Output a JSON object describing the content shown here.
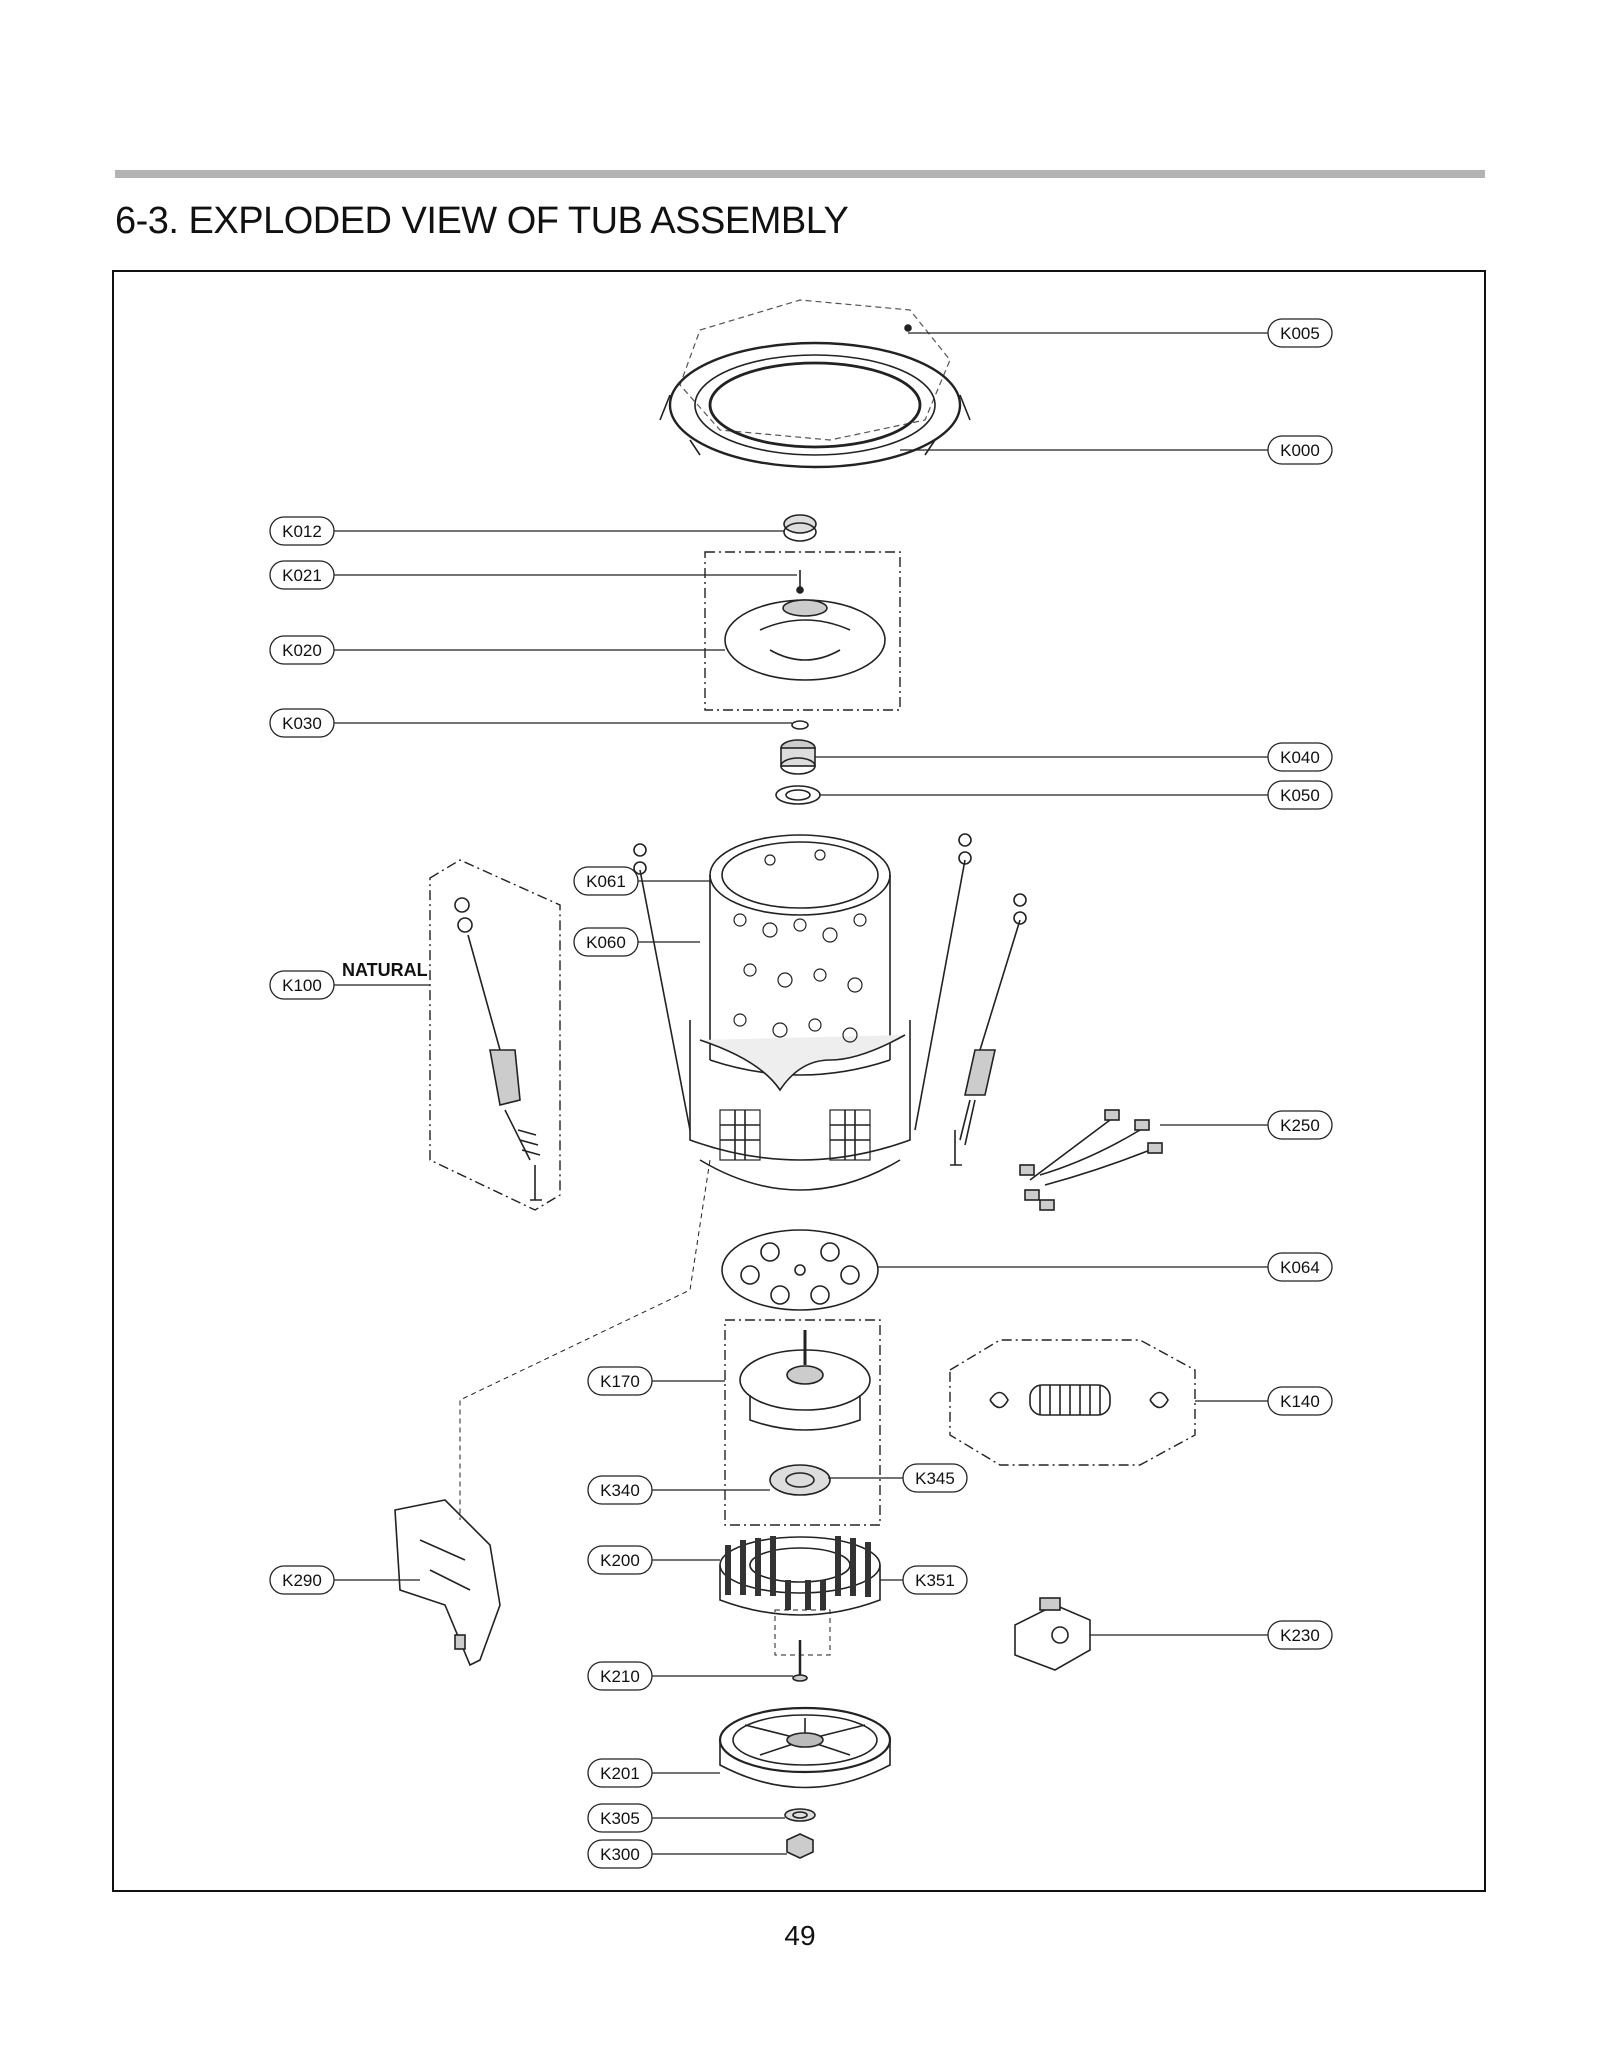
{
  "page": {
    "title": "6-3. EXPLODED VIEW OF TUB ASSEMBLY",
    "page_number": "49",
    "annotation": "NATURAL"
  },
  "callouts": [
    {
      "id": "k005",
      "label": "K005"
    },
    {
      "id": "k000",
      "label": "K000"
    },
    {
      "id": "k012",
      "label": "K012"
    },
    {
      "id": "k021",
      "label": "K021"
    },
    {
      "id": "k020",
      "label": "K020"
    },
    {
      "id": "k030",
      "label": "K030"
    },
    {
      "id": "k040",
      "label": "K040"
    },
    {
      "id": "k050",
      "label": "K050"
    },
    {
      "id": "k061",
      "label": "K061"
    },
    {
      "id": "k060",
      "label": "K060"
    },
    {
      "id": "k100",
      "label": "K100"
    },
    {
      "id": "k250",
      "label": "K250"
    },
    {
      "id": "k064",
      "label": "K064"
    },
    {
      "id": "k170",
      "label": "K170"
    },
    {
      "id": "k140",
      "label": "K140"
    },
    {
      "id": "k340",
      "label": "K340"
    },
    {
      "id": "k345",
      "label": "K345"
    },
    {
      "id": "k290",
      "label": "K290"
    },
    {
      "id": "k200",
      "label": "K200"
    },
    {
      "id": "k351",
      "label": "K351"
    },
    {
      "id": "k230",
      "label": "K230"
    },
    {
      "id": "k210",
      "label": "K210"
    },
    {
      "id": "k201",
      "label": "K201"
    },
    {
      "id": "k305",
      "label": "K305"
    },
    {
      "id": "k300",
      "label": "K300"
    }
  ]
}
